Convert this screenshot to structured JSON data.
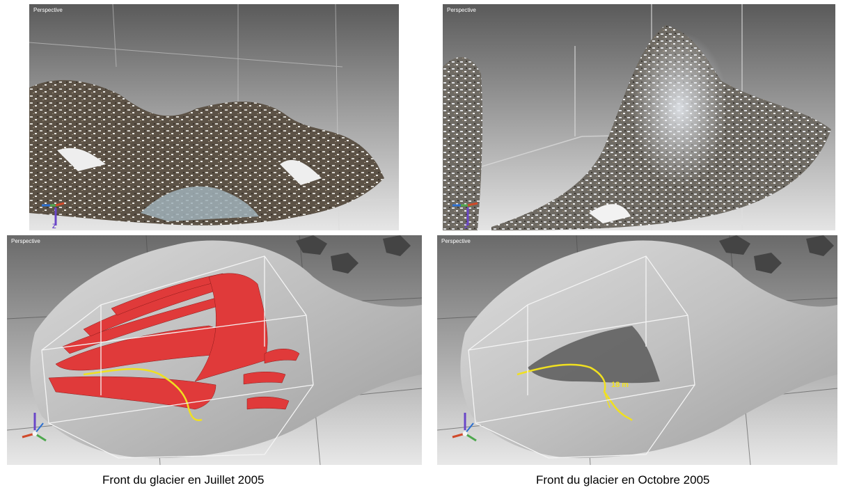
{
  "viewports": [
    {
      "id": "tl",
      "label": "Perspective",
      "mode": "point-cloud"
    },
    {
      "id": "tr",
      "label": "Perspective",
      "mode": "point-cloud"
    },
    {
      "id": "bl",
      "label": "Perspective",
      "mode": "mesh-overlay"
    },
    {
      "id": "br",
      "label": "Perspective",
      "mode": "mesh-measure"
    }
  ],
  "captions": {
    "left": "Front du glacier en Juillet 2005",
    "right": "Front du glacier en Octobre 2005"
  },
  "annotations": {
    "measurement": "18 m"
  },
  "axis_labels": {
    "z": "Z"
  },
  "colors": {
    "overlay_red": "#e03a3a",
    "profile_yellow": "#f0e020",
    "mesh_gray": "#c8c8c8",
    "viewport_bg_dark": "#6e6e6e"
  }
}
